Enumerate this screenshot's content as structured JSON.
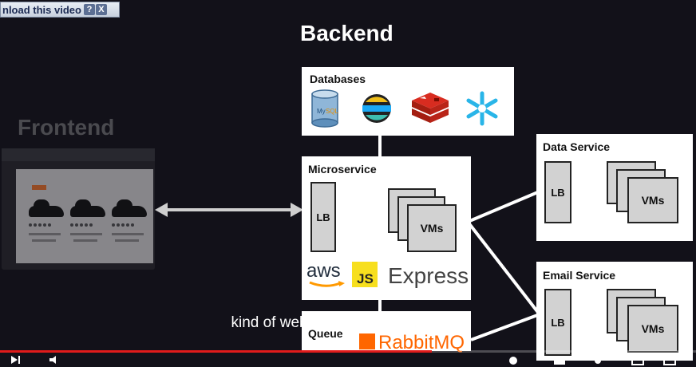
{
  "download_bar": {
    "label": "nload this video",
    "help": "?",
    "close": "X"
  },
  "backend_title": "Backend",
  "frontend_title": "Frontend",
  "databases": {
    "label": "Databases",
    "icons": [
      "mysql-icon",
      "elastic-icon",
      "redis-icon",
      "snowflake-icon"
    ]
  },
  "microservice": {
    "label": "Microservice",
    "lb": "LB",
    "vms": "VMs",
    "aws": "aws",
    "js": "JS",
    "express": "Express"
  },
  "data_service": {
    "label": "Data Service",
    "lb": "LB",
    "vms": "VMs"
  },
  "email_service": {
    "label": "Email Service",
    "lb": "LB",
    "vms": "VMs"
  },
  "queue": {
    "label": "Queue",
    "rabbit": "RabbitMQ"
  },
  "caption": "kind of website and features you're",
  "video": {
    "progress": 0.62,
    "accent": "#e01b1b"
  }
}
